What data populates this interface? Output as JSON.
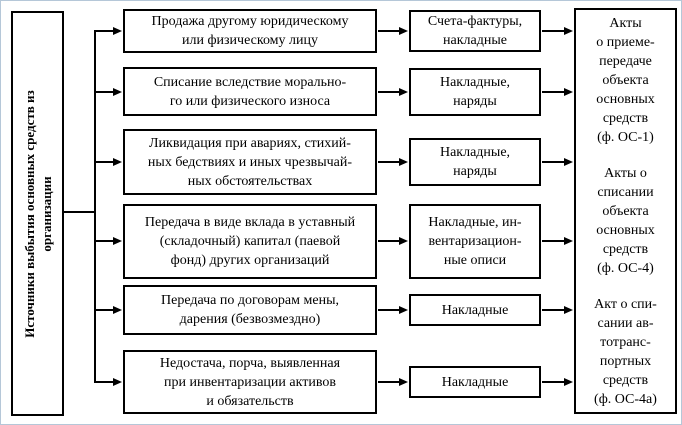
{
  "diagram_title": "Источники выбытия основных средств из организации",
  "colors": {
    "line": "#000000",
    "box_border": "#000000",
    "canvas_border": "#b5c7d8",
    "background": "#ffffff",
    "text": "#000000"
  },
  "source_box": {
    "label_lines": [
      "Источники выбытия основных средств из",
      "организации"
    ]
  },
  "rows": [
    {
      "reason_lines": [
        "Продажа другому юридическому",
        "или физическому лицу"
      ],
      "documents_lines": [
        "Счета-фактуры,",
        "накладные"
      ]
    },
    {
      "reason_lines": [
        "Списание вследствие морально-",
        "го или физического износа"
      ],
      "documents_lines": [
        "Накладные,",
        "наряды"
      ]
    },
    {
      "reason_lines": [
        "Ликвидация при авариях, стихий-",
        "ных бедствиях и иных чрезвычай-",
        "ных обстоятельствах"
      ],
      "documents_lines": [
        "Накладные,",
        "наряды"
      ]
    },
    {
      "reason_lines": [
        "Передача в виде вклада в уставный",
        "(складочный) капитал (паевой",
        "фонд) других организаций"
      ],
      "documents_lines": [
        "Накладные, ин-",
        "вентаризацион-",
        "ные описи"
      ]
    },
    {
      "reason_lines": [
        "Передача по договорам мены,",
        "дарения (безвозмездно)"
      ],
      "documents_lines": [
        "Накладные"
      ]
    },
    {
      "reason_lines": [
        "Недостача, порча, выявленная",
        "при инвентаризации активов",
        "и обязательств"
      ],
      "documents_lines": [
        "Накладные"
      ]
    }
  ],
  "acts_box": {
    "acts": [
      [
        "Акты",
        "о приеме-",
        "передаче",
        "объекта",
        "основных",
        "средств",
        "(ф. ОС-1)"
      ],
      [
        "Акты о",
        "списании",
        "объекта",
        "основных",
        "средств",
        "(ф. ОС-4)"
      ],
      [
        "Акт о спи-",
        "сании ав-",
        "тотранс-",
        "портных",
        "средств",
        "(ф. ОС-4а)"
      ]
    ]
  }
}
